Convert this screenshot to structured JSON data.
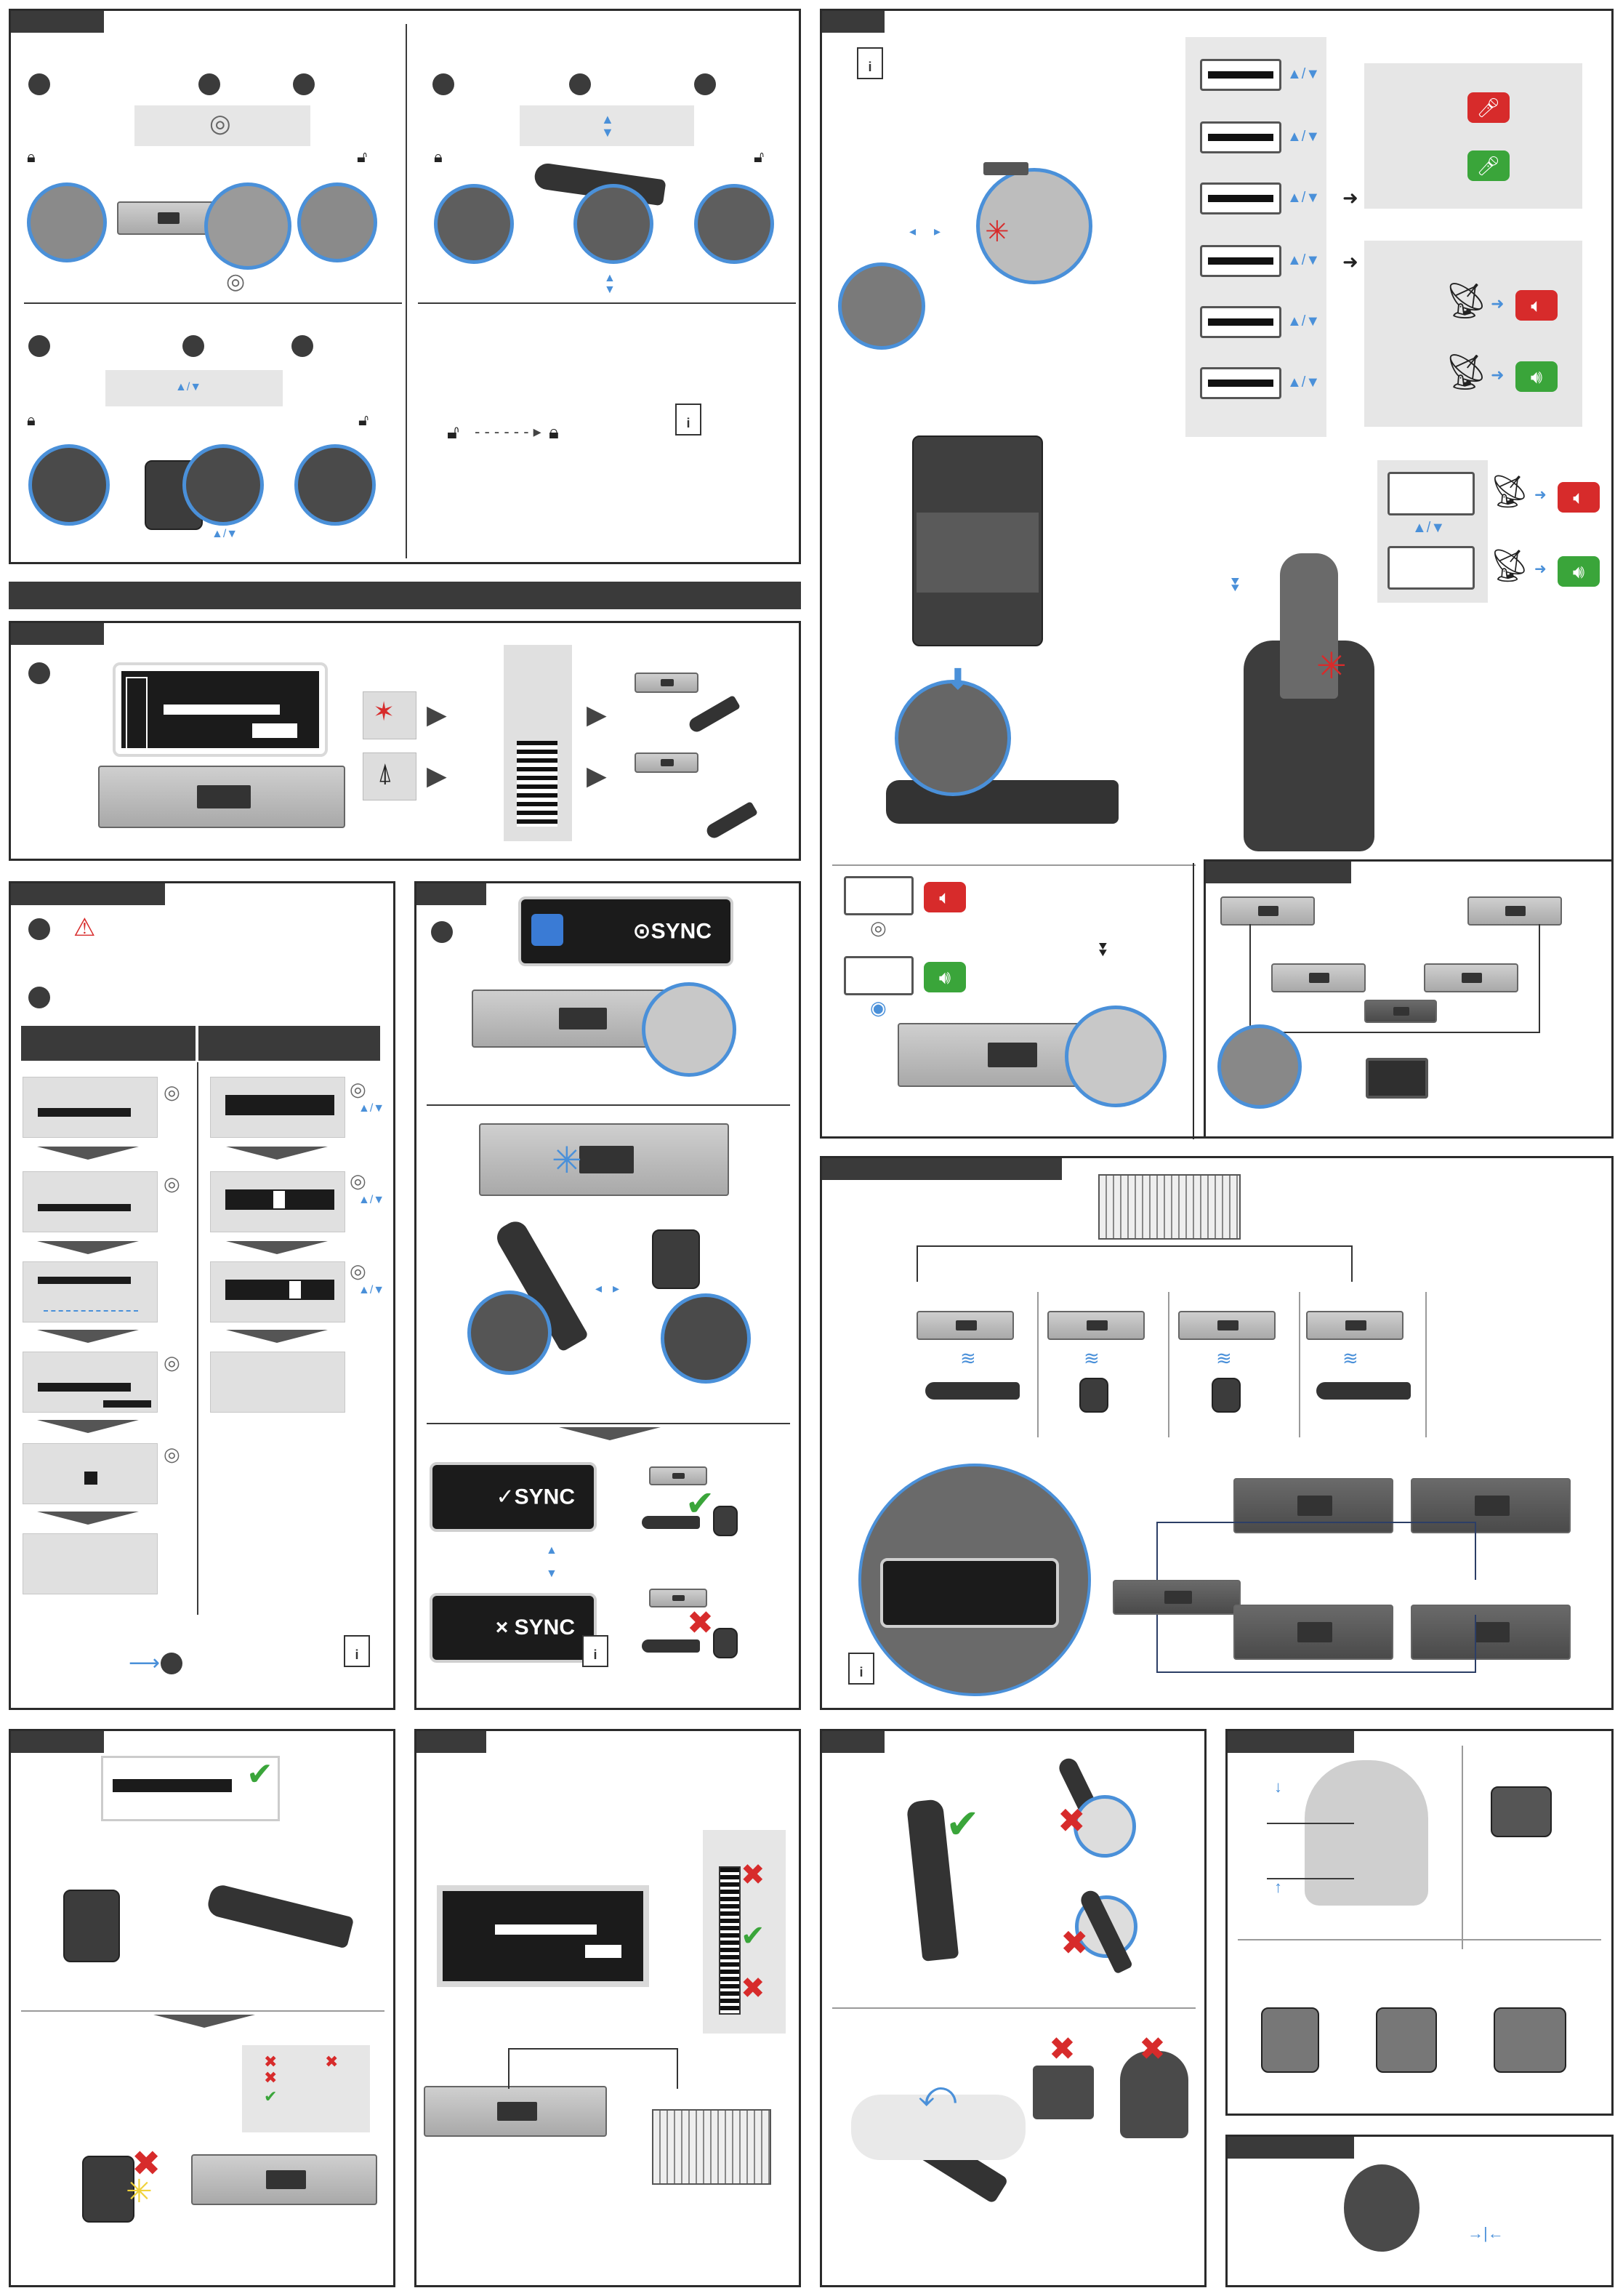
{
  "labels": {
    "sync_button": "⊙SYNC",
    "sync_ok": "✓SYNC",
    "sync_fail": "× SYNC"
  },
  "symbols": {
    "up_down": "▲/▼",
    "up_down_vert": "▲\n▼"
  },
  "colors": {
    "accent_blue": "#4a90d9",
    "ok_green": "#3aa53a",
    "error_red": "#d72b2b",
    "panel_dark": "#3a3a3a"
  },
  "icons": [
    "lock-icon",
    "unlock-icon",
    "info-icon",
    "warning-icon",
    "check-icon",
    "cross-icon",
    "microphone-icon",
    "speaker-icon",
    "antenna-icon",
    "jog-dial-icon"
  ]
}
